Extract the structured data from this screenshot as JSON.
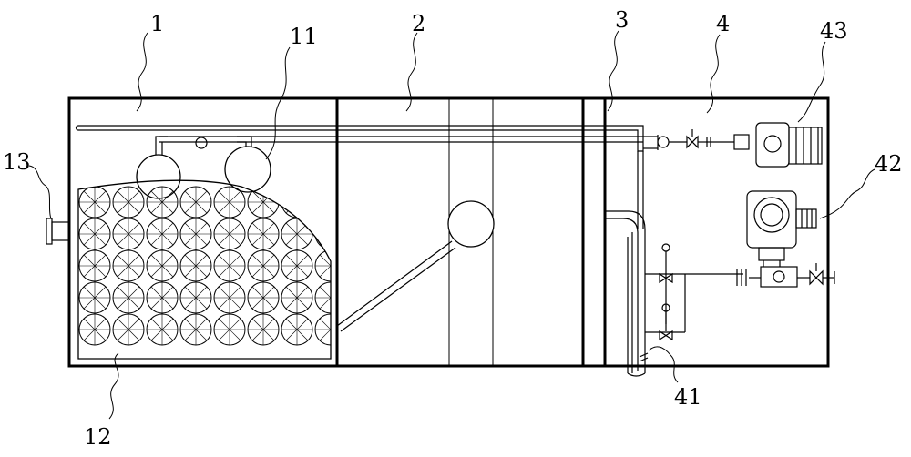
{
  "labels": {
    "l1": "1",
    "l11": "11",
    "l2": "2",
    "l3": "3",
    "l4": "4",
    "l43": "43",
    "l13": "13",
    "l42": "42",
    "l12": "12",
    "l41": "41"
  },
  "style": {
    "line_color": "#000000",
    "background": "#ffffff"
  }
}
